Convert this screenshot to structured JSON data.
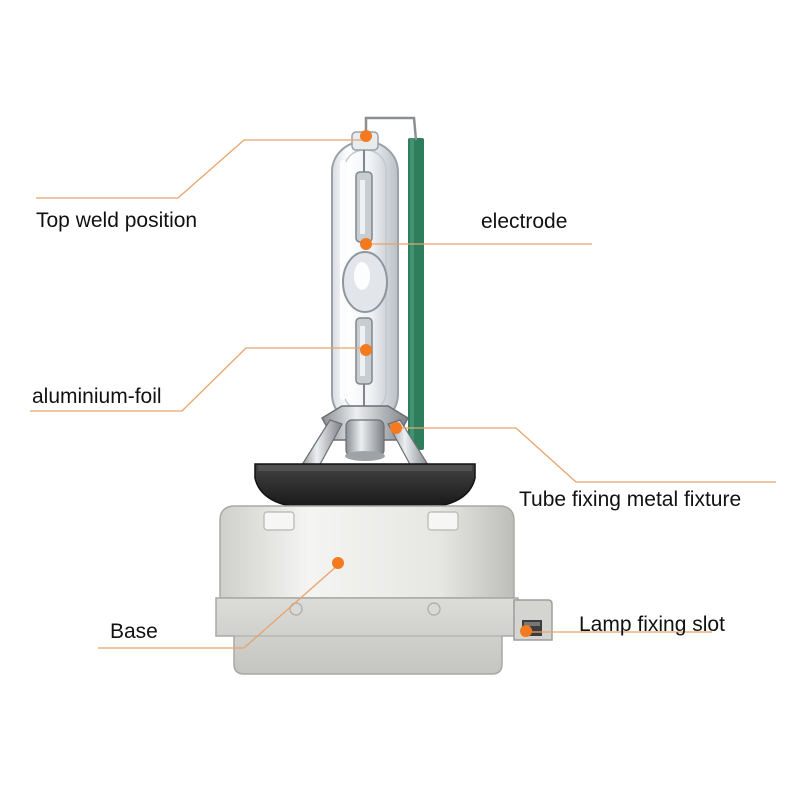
{
  "colors": {
    "accent": "#f47a20",
    "leader": "#e8a36a",
    "label": "#111111",
    "support_rod": "#2e7d5c",
    "base_body": "#e9e9e7",
    "flange": "#2b2b2b"
  },
  "labels": {
    "top_weld_position": "Top weld position",
    "electrode": "electrode",
    "aluminium_foil": "aluminium-foil",
    "tube_fixing_metal_fixture": "Tube fixing metal fixture",
    "base": "Base",
    "lamp_fixing_slot": "Lamp fixing slot"
  }
}
